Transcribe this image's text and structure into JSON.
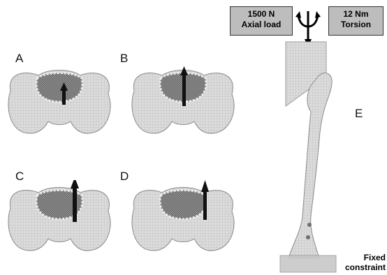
{
  "panels": {
    "a": "A",
    "b": "B",
    "c": "C",
    "d": "D",
    "e": "E"
  },
  "loads": {
    "axial": {
      "line1": "1500 N",
      "line2": "Axial load"
    },
    "torsion": {
      "line1": "12 Nm",
      "line2": "Torsion"
    }
  },
  "constraint": {
    "line1": "Fixed",
    "line2": "constraint"
  },
  "colors": {
    "bone_fill": "#d9d9d9",
    "bone_edge": "#8a8a8a",
    "cavity": "#7a7a7a",
    "implant": "#111111",
    "box_fill": "#bdbdbd"
  },
  "icons": [
    "load-arrow-icon",
    "torsion-symbol-icon",
    "implant-stem-icon"
  ]
}
